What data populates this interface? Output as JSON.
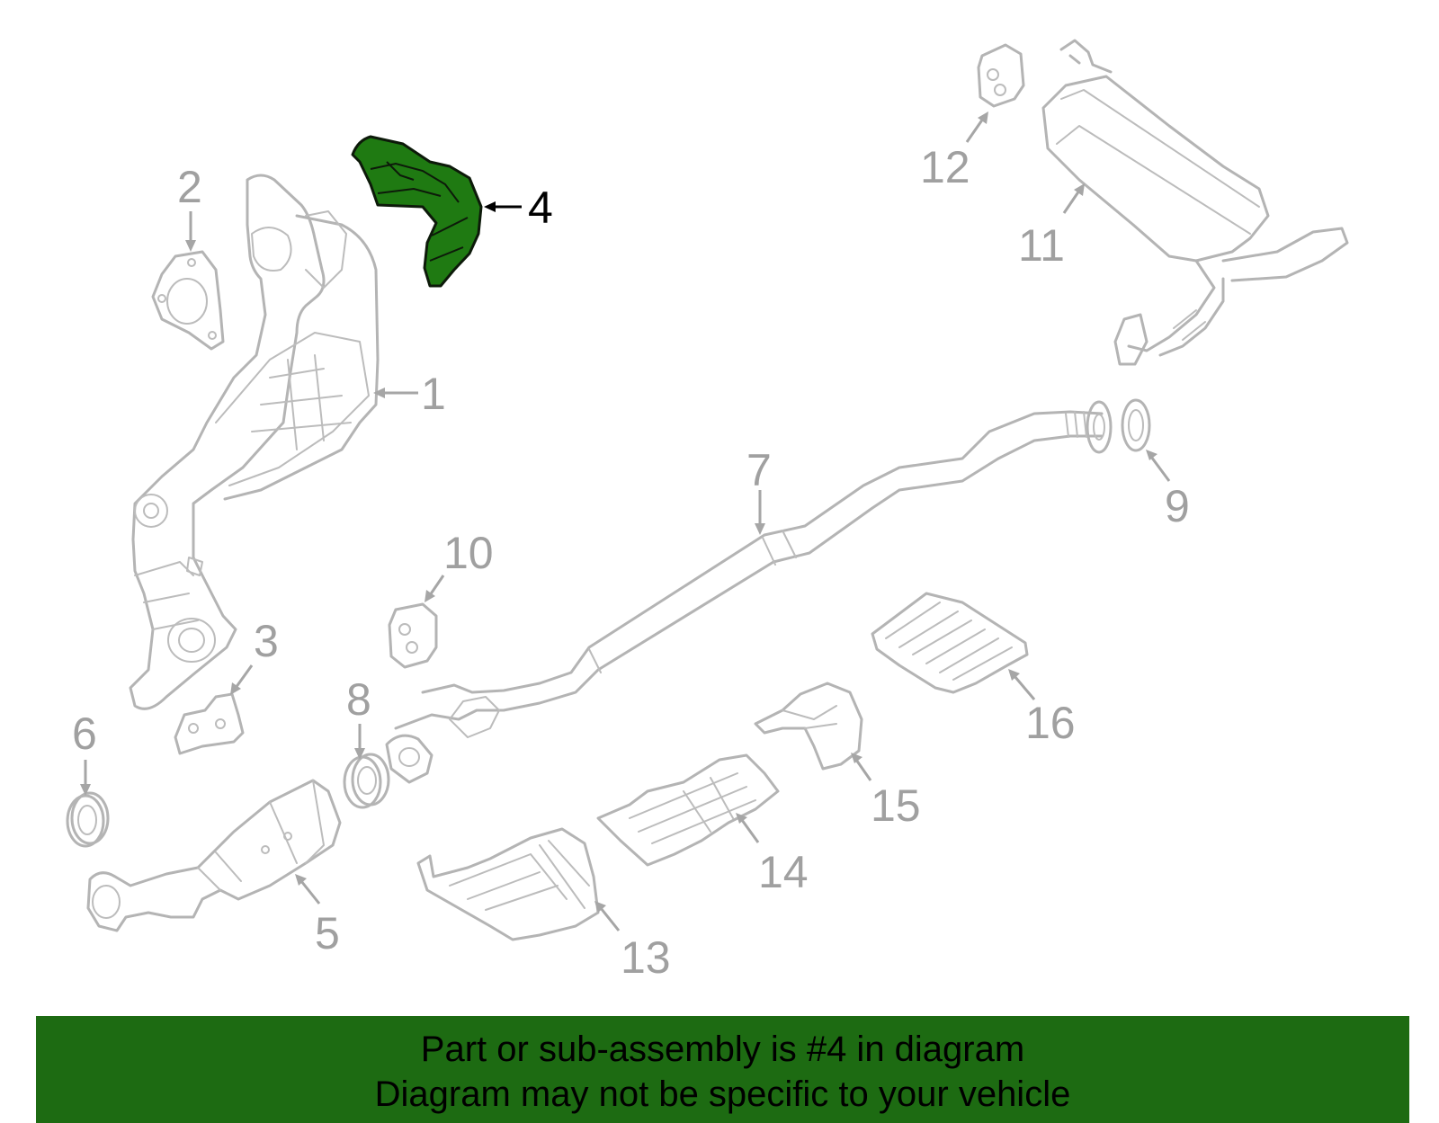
{
  "callouts": {
    "c1": "1",
    "c2": "2",
    "c3": "3",
    "c4": "4",
    "c5": "5",
    "c6": "6",
    "c7": "7",
    "c8": "8",
    "c9": "9",
    "c10": "10",
    "c11": "11",
    "c12": "12",
    "c13": "13",
    "c14": "14",
    "c15": "15",
    "c16": "16"
  },
  "highlight": {
    "part_number": "4",
    "color": "#1f7a12"
  },
  "banner": {
    "line1": "Part or sub-assembly is #4 in diagram",
    "line2": "Diagram may not be specific to your vehicle",
    "background": "#1d6b12"
  }
}
